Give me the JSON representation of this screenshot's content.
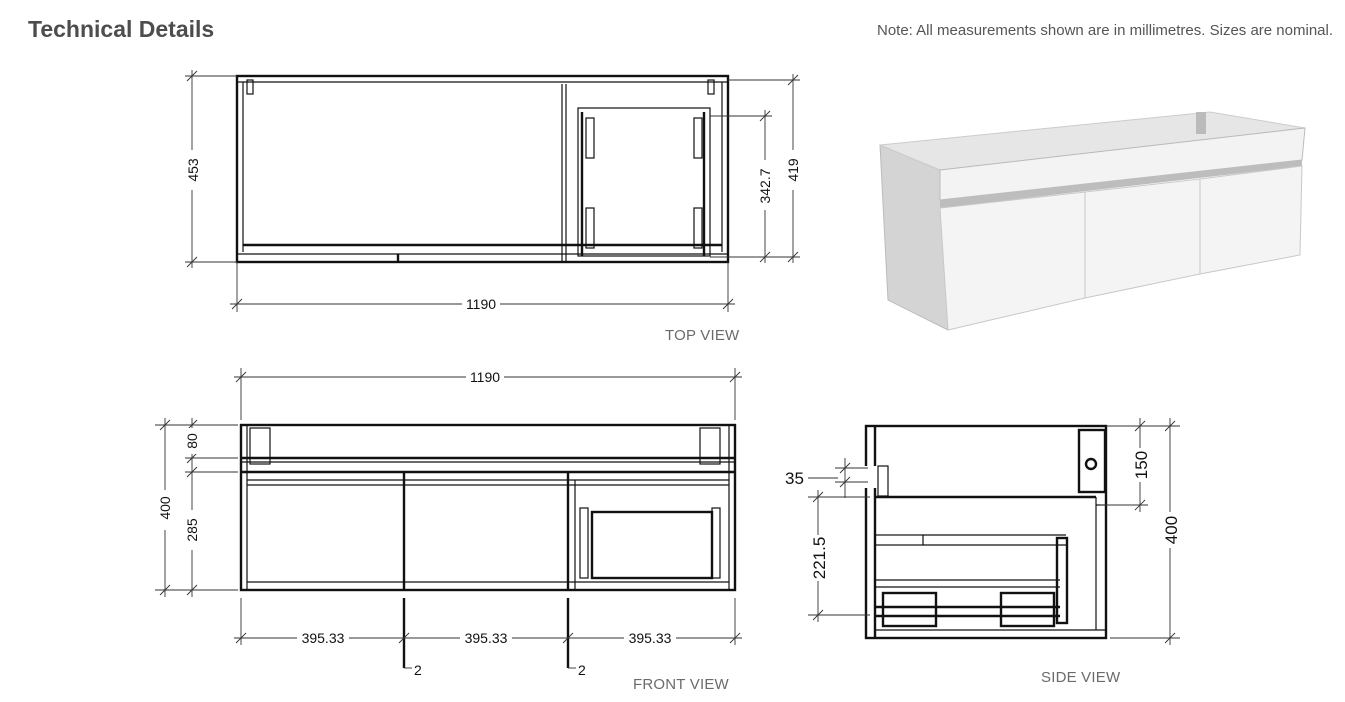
{
  "header": {
    "title": "Technical Details",
    "note": "Note: All measurements shown are in millimetres. Sizes are nominal."
  },
  "top_view": {
    "label": "TOP VIEW",
    "dims": {
      "depth": "453",
      "inner_depth": "419",
      "drawer_depth": "342.7",
      "width": "1190"
    }
  },
  "front_view": {
    "label": "FRONT VIEW",
    "dims": {
      "width": "1190",
      "height": "400",
      "top_rail": "80",
      "drawer_height": "285",
      "section_1": "395.33",
      "section_2": "395.33",
      "section_3": "395.33",
      "gap_1": "2",
      "gap_2": "2"
    }
  },
  "side_view": {
    "label": "SIDE VIEW",
    "dims": {
      "height": "400",
      "upper": "150",
      "recess": "35",
      "drawer": "221.5"
    }
  },
  "colors": {
    "line": "#111111",
    "text": "#4d4d4d",
    "render_side": "#d6d6d6",
    "render_front": "#f2f2f2"
  }
}
